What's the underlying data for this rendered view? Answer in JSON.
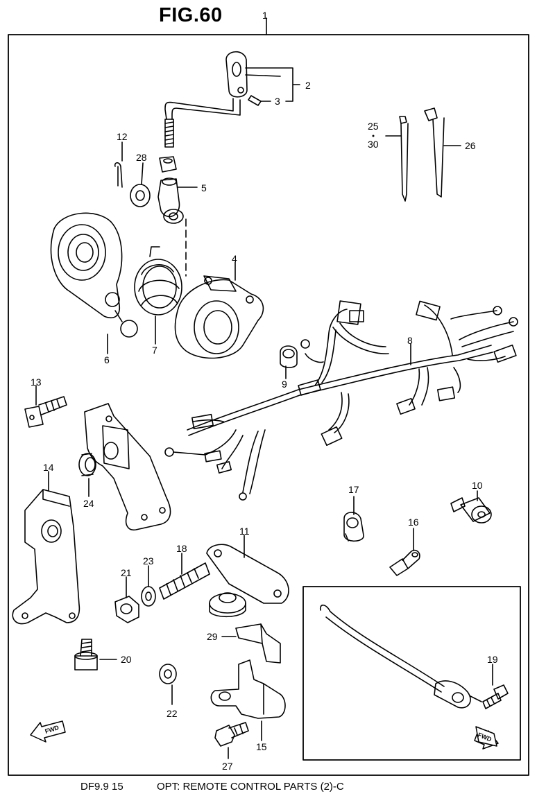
{
  "title": "FIG.60",
  "footer": {
    "model": "DF9.9 15",
    "caption": "OPT: REMOTE CONTROL PARTS (2)-C"
  },
  "direction_label": "FWD",
  "callouts": [
    {
      "id": "c1",
      "label": "1"
    },
    {
      "id": "c2",
      "label": "2"
    },
    {
      "id": "c3",
      "label": "3"
    },
    {
      "id": "c4",
      "label": "4"
    },
    {
      "id": "c5",
      "label": "5"
    },
    {
      "id": "c6",
      "label": "6"
    },
    {
      "id": "c7",
      "label": "7"
    },
    {
      "id": "c8",
      "label": "8"
    },
    {
      "id": "c9",
      "label": "9"
    },
    {
      "id": "c10",
      "label": "10"
    },
    {
      "id": "c11",
      "label": "11"
    },
    {
      "id": "c12",
      "label": "12"
    },
    {
      "id": "c13",
      "label": "13"
    },
    {
      "id": "c14",
      "label": "14"
    },
    {
      "id": "c15",
      "label": "15"
    },
    {
      "id": "c16",
      "label": "16"
    },
    {
      "id": "c17",
      "label": "17"
    },
    {
      "id": "c18",
      "label": "18"
    },
    {
      "id": "c19",
      "label": "19"
    },
    {
      "id": "c20",
      "label": "20"
    },
    {
      "id": "c21",
      "label": "21"
    },
    {
      "id": "c22",
      "label": "22"
    },
    {
      "id": "c23",
      "label": "23"
    },
    {
      "id": "c24",
      "label": "24"
    },
    {
      "id": "c25",
      "label": "25"
    },
    {
      "id": "c26",
      "label": "26"
    },
    {
      "id": "c27",
      "label": "27"
    },
    {
      "id": "c28",
      "label": "28"
    },
    {
      "id": "c29",
      "label": "29"
    },
    {
      "id": "c30",
      "label": "30"
    }
  ]
}
